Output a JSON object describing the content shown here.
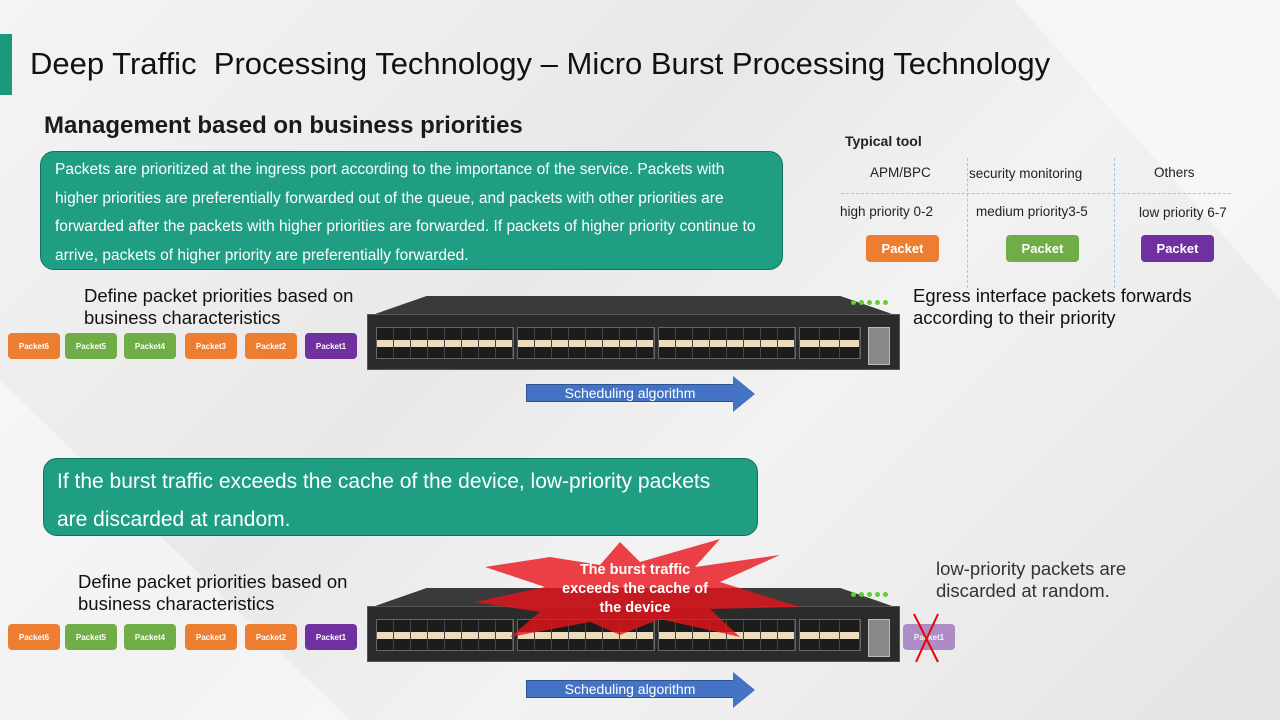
{
  "title": "Deep Traffic  Processing Technology – Micro Burst Processing Technology",
  "subtitle": "Management based on business priorities",
  "box1_text": "Packets are prioritized at the ingress port according to the importance of the service. Packets with higher priorities are preferentially forwarded out of the queue, and packets with other priorities are forwarded after the packets with higher priorities are forwarded. If packets of higher priority continue to arrive, packets of higher priority are preferentially forwarded.",
  "typical_tool": {
    "heading": "Typical tool",
    "columns": [
      {
        "tool": "APM/BPC",
        "priority": "high priority 0-2",
        "packet": "Packet",
        "color": "#ed7d31"
      },
      {
        "tool": "security monitoring",
        "priority": "medium  priority3-5",
        "packet": "Packet",
        "color": "#70ad47"
      },
      {
        "tool": "Others",
        "priority": "low priority 6-7",
        "packet": "Packet",
        "color": "#7030a0"
      }
    ]
  },
  "define_label": "Define packet priorities based on business characteristics",
  "egress_label": "Egress interface packets forwards according to their priority",
  "packets": [
    "Packet6",
    "Packet5",
    "Packet4",
    "Packet3",
    "Packet2",
    "Packet1"
  ],
  "scheduling": "Scheduling algorithm",
  "box2_text": "If the burst traffic exceeds the cache of the device, low-priority packets are discarded at random.",
  "burst_text": "The burst traffic exceeds the cache of the device",
  "discard_label": "low-priority packets are discarded at random.",
  "discarded_packet": "Packet1"
}
